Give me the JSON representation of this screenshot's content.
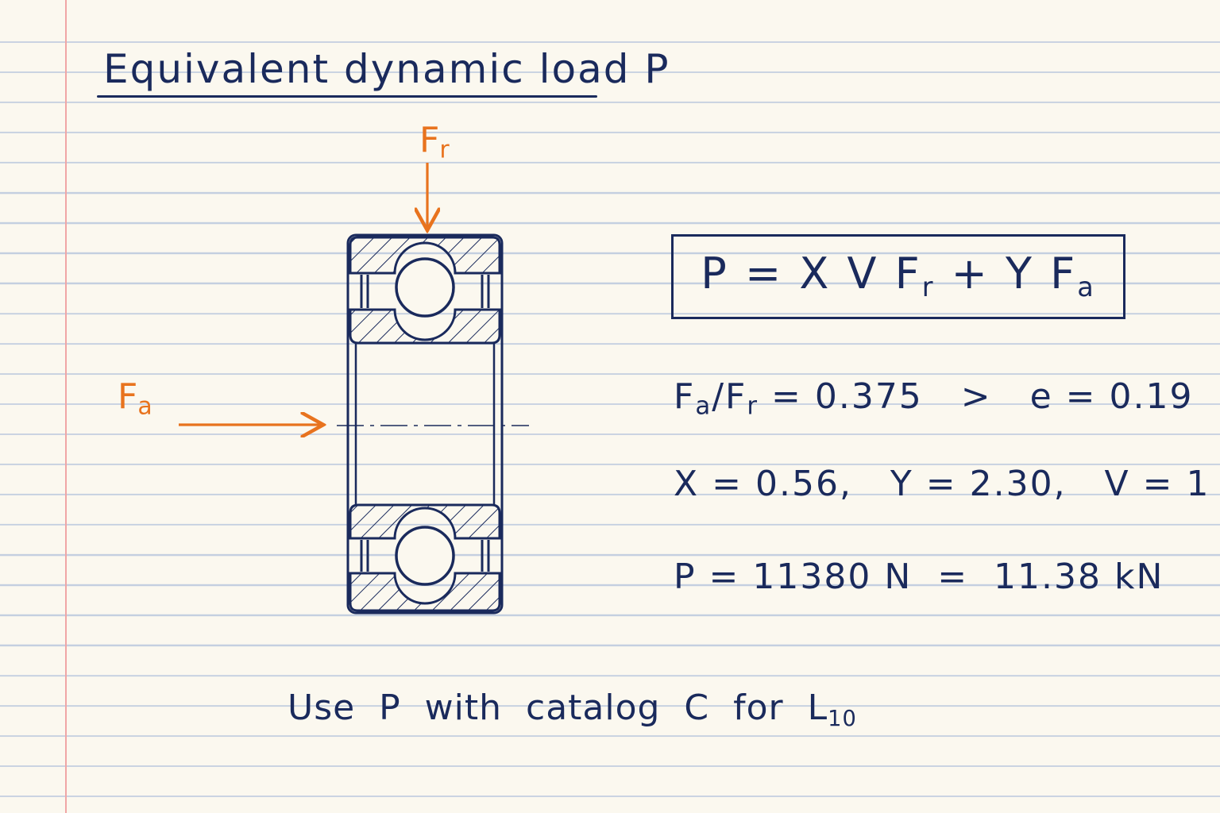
{
  "title": "Equivalent dynamic load P",
  "labels": {
    "radial_force": {
      "main": "F",
      "sub": "r"
    },
    "axial_force": {
      "main": "F",
      "sub": "a"
    }
  },
  "formula": {
    "lhs": "P = X V F",
    "sub1": "r",
    "mid": " + Y F",
    "sub2": "a"
  },
  "calculations": {
    "ratio": {
      "a": "F",
      "a_sub": "a",
      "slash": "/F",
      "b_sub": "r",
      "rest": " = 0.375   >   e = 0.19"
    },
    "factors": "X = 0.56,   Y = 2.30,   V = 1",
    "result": "P = 11380 N  =  11.38 kN"
  },
  "footer": {
    "text": "Use  P  with  catalog  C  for  L",
    "sub": "10"
  },
  "colors": {
    "ink": "#1a2a5c",
    "force_arrows": "#e8731e",
    "paper": "#fbf8ef",
    "rule_lines": "#c4cfe0",
    "margin_line": "#f0a6a6"
  }
}
